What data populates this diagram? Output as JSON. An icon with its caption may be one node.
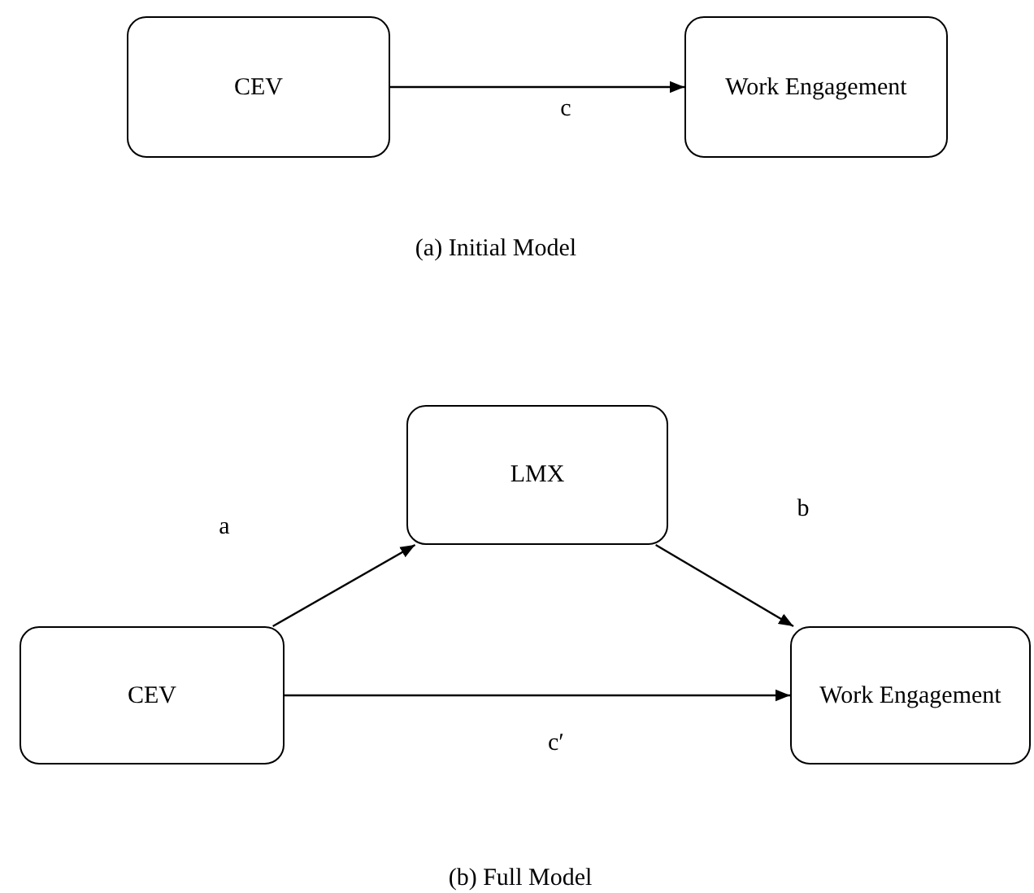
{
  "diagram": {
    "nodes": [
      {
        "text": [
          "CEV"
        ]
      },
      {
        "text": [
          "Work Engagement"
        ]
      },
      {
        "text": [
          "LMX"
        ]
      },
      {
        "text": [
          "CEV"
        ]
      },
      {
        "text": [
          "Work Engagement"
        ]
      }
    ],
    "edges": [
      {
        "from": 0,
        "to": 1,
        "arrow": "to",
        "label": "c"
      },
      {
        "from": 3,
        "to": 2,
        "arrow": "to",
        "label": "a"
      },
      {
        "from": 2,
        "to": 4,
        "arrow": "to",
        "label": "b"
      },
      {
        "from": 3,
        "to": 4,
        "arrow": "to",
        "label": "c′"
      }
    ],
    "labels": [
      "(a) Initial Model",
      "(b) Full Model"
    ]
  }
}
